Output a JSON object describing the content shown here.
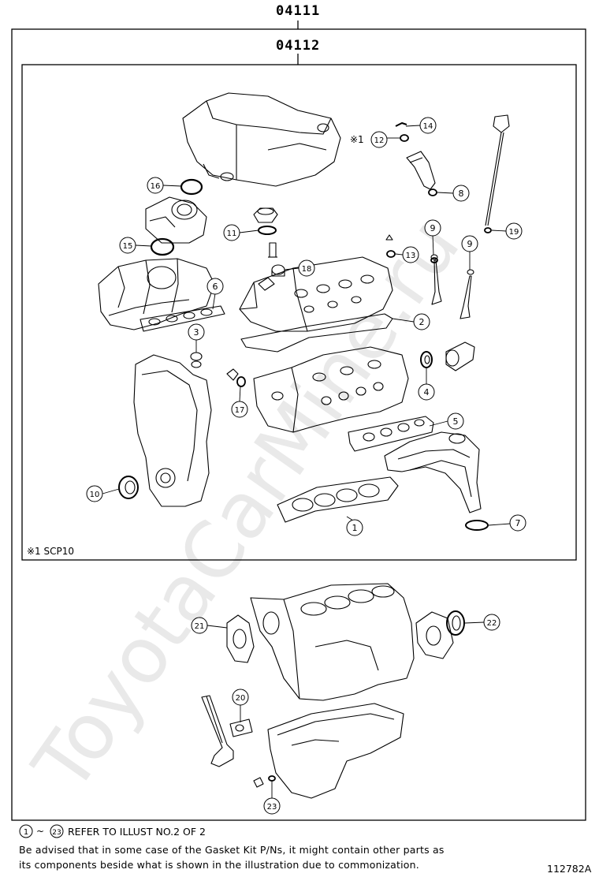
{
  "header": {
    "outer_code": "04111",
    "inner_code": "04112"
  },
  "inner_box": {
    "note_label": "※1 SCP10"
  },
  "callouts": {
    "c1": "1",
    "c2": "2",
    "c3": "3",
    "c4": "4",
    "c5": "5",
    "c6": "6",
    "c7": "7",
    "c8": "8",
    "c9a": "9",
    "c9b": "9",
    "c10": "10",
    "c11": "11",
    "c12": "12",
    "c13": "13",
    "c14": "14",
    "c15": "15",
    "c16": "16",
    "c17": "17",
    "c18": "18",
    "c19": "19",
    "c20": "20",
    "c21": "21",
    "c22": "22",
    "c23": "23"
  },
  "ref_mark": "※1",
  "footer": {
    "ref_start": "1",
    "ref_tilde": "~",
    "ref_end": "23",
    "ref_text": "REFER TO ILLUST NO.2 OF 2",
    "advisory_line1": "Be advised that in some case of the Gasket Kit P/Ns,  it might contain other parts as",
    "advisory_line2": "its components beside what is shown in the illustration due to commonization.",
    "illust_id": "112782A"
  },
  "watermark": "ToyotaCarMine.ru"
}
